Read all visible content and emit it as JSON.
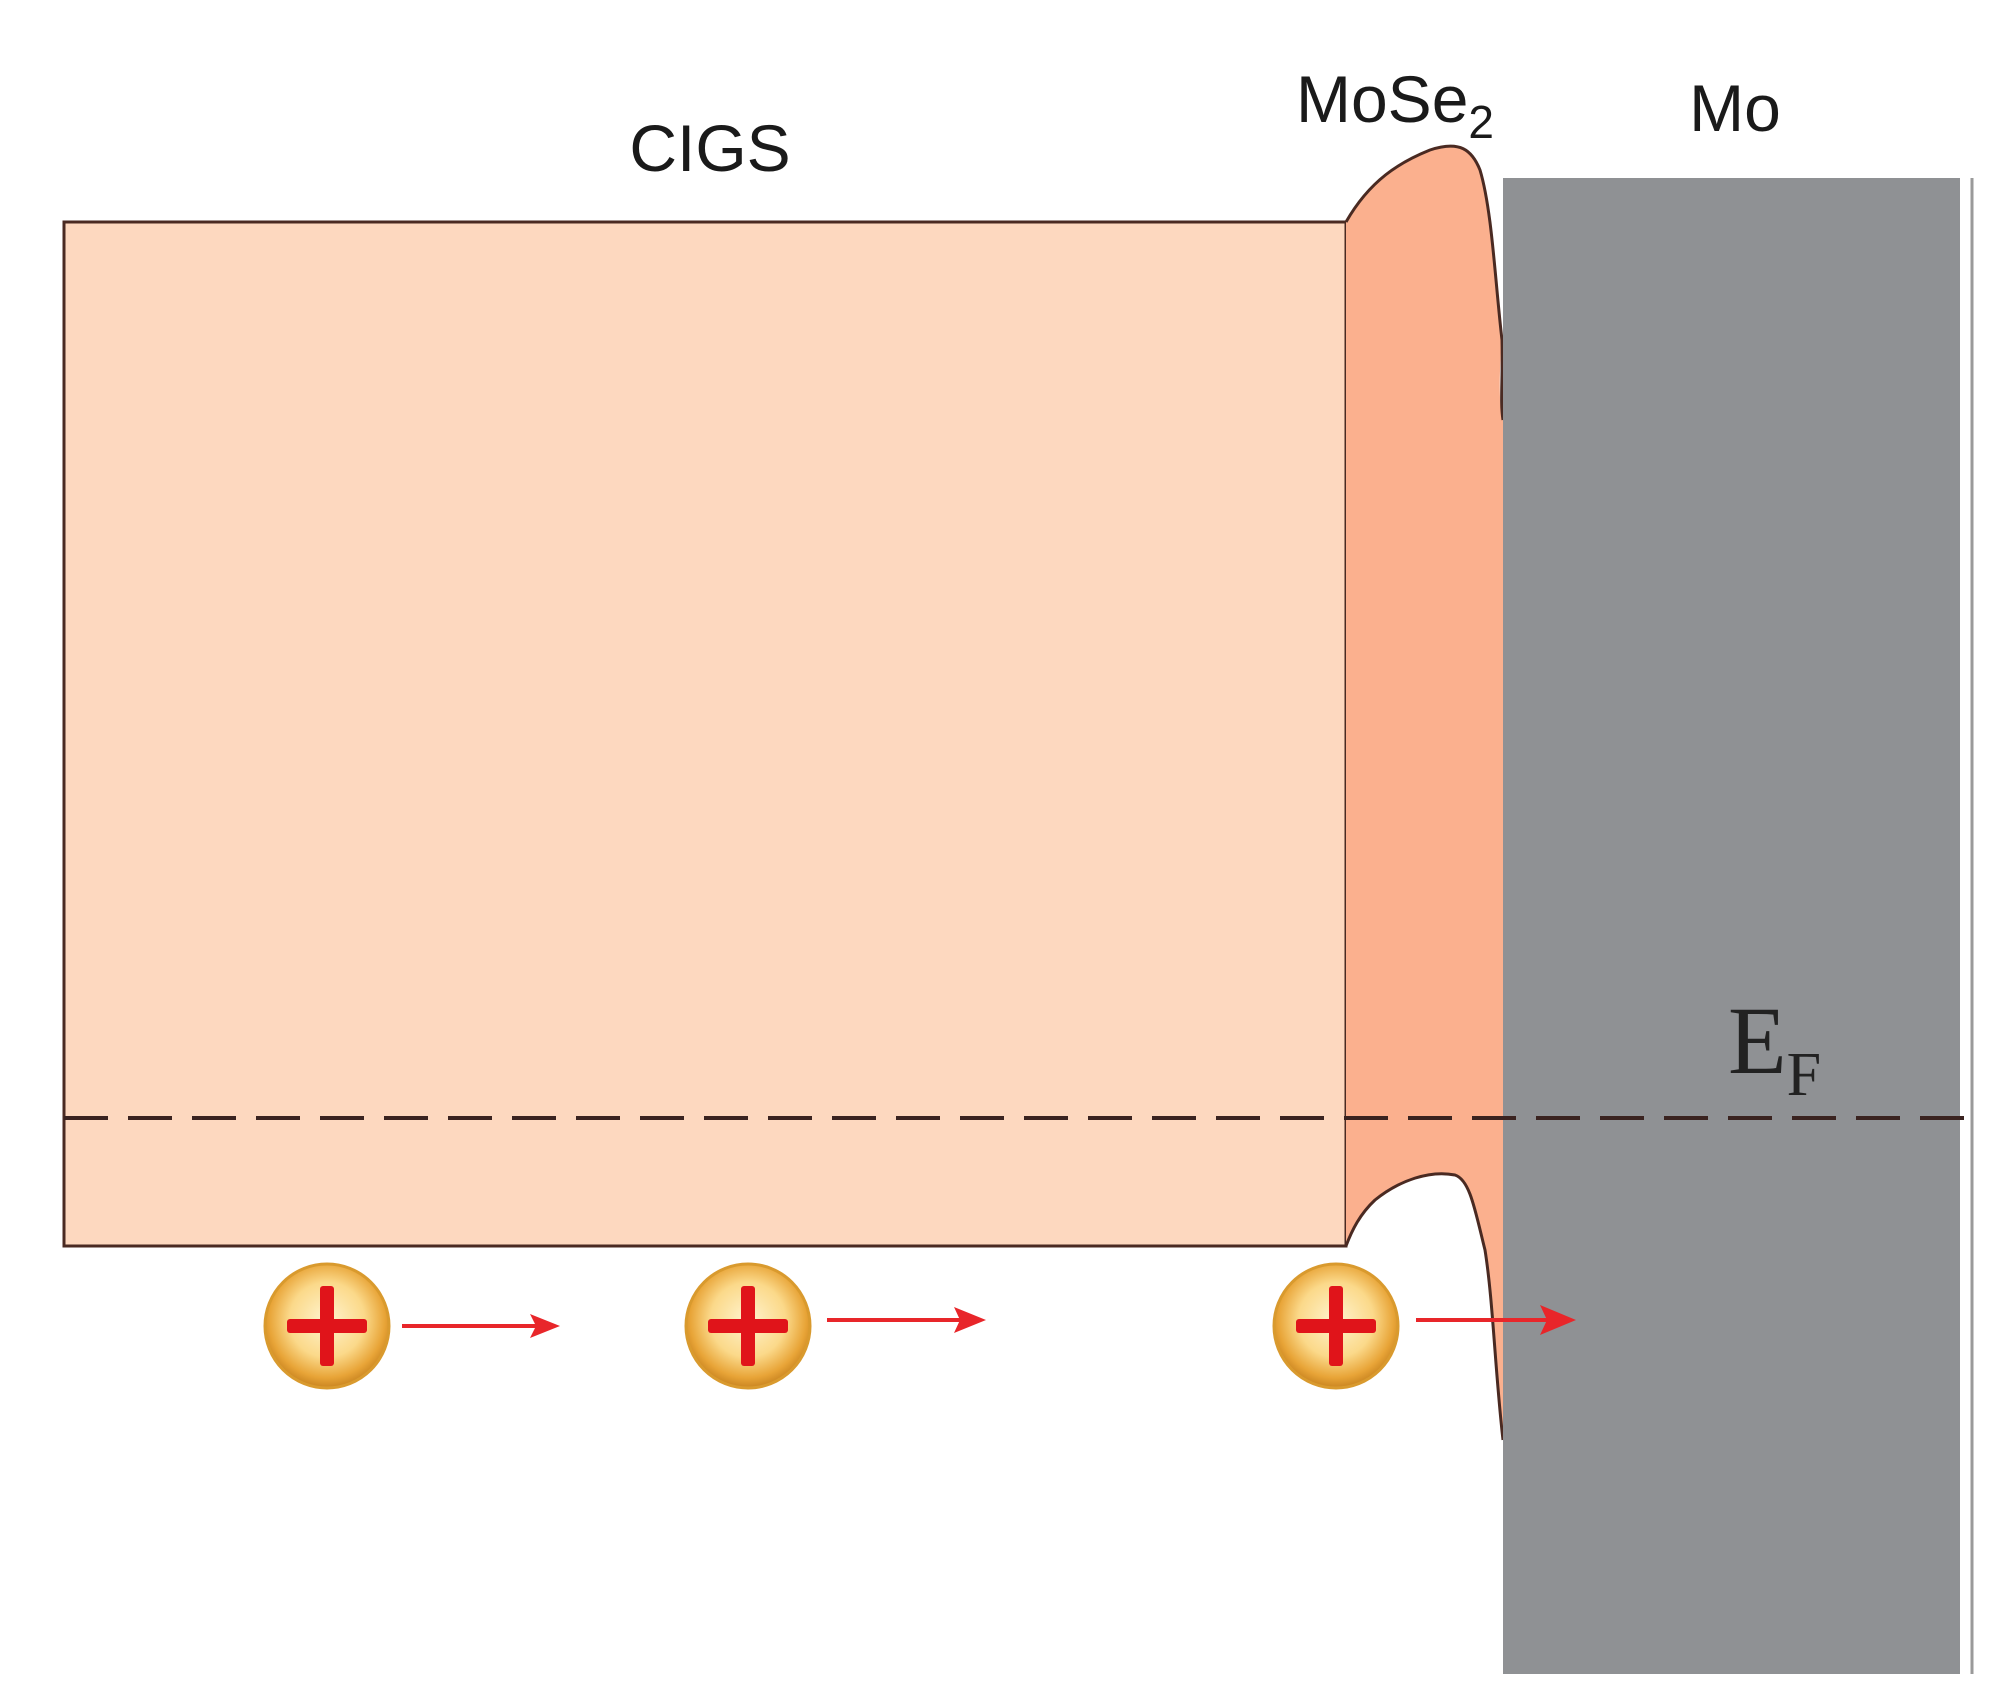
{
  "labels": {
    "cigs": "CIGS",
    "mose2_main": "MoSe",
    "mose2_sub": "2",
    "mo": "Mo",
    "ef_main": "E",
    "ef_sub": "F"
  },
  "holes": [
    {
      "symbol": "+"
    },
    {
      "symbol": "+"
    },
    {
      "symbol": "+"
    }
  ],
  "colors": {
    "cigs_fill": "#fdd8bf",
    "mose2_fill": "#fbb08e",
    "mo_fill": "#8f9194",
    "outline": "#4a2a22",
    "arrow": "#e8262a",
    "hole_ring": "#e3a93b",
    "hole_center": "#ffe9b0",
    "plus": "#e0141a"
  }
}
